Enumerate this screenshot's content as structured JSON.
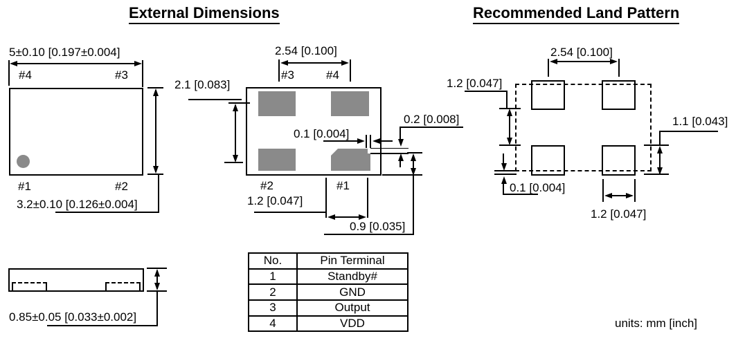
{
  "titles": {
    "external": "External Dimensions",
    "land": "Recommended Land Pattern"
  },
  "units_note": "units:  mm [inch]",
  "top_view": {
    "width_dim": "5±0.10 [0.197±0.004]",
    "height_dim": "3.2±0.10 [0.126±0.004]",
    "pin_tl": "#4",
    "pin_tr": "#3",
    "pin_bl": "#1",
    "pin_br": "#2"
  },
  "side_view": {
    "height_dim": "0.85±0.05 [0.033±0.002]"
  },
  "bottom_view": {
    "pad_pitch_x": "2.54 [0.100]",
    "pad_pitch_y": "2.1 [0.083]",
    "pad_gap": "0.1 [0.004]",
    "pad_edge_offset": "0.2 [0.008]",
    "pad_width": "1.2 [0.047]",
    "pad_height": "0.9 [0.035]",
    "pin_tl": "#3",
    "pin_tr": "#4",
    "pin_bl": "#2",
    "pin_br": "#1"
  },
  "land_pattern": {
    "pad_pitch_x": "2.54 [0.100]",
    "row_gap": "1.2 [0.047]",
    "pad_height": "1.1 [0.043]",
    "outline_offset": "0.1 [0.004]",
    "pad_width": "1.2 [0.047]"
  },
  "pin_table": {
    "headers": [
      "No.",
      "Pin Terminal"
    ],
    "rows": [
      [
        "1",
        "Standby#"
      ],
      [
        "2",
        "GND"
      ],
      [
        "3",
        "Output"
      ],
      [
        "4",
        "VDD"
      ]
    ]
  },
  "colors": {
    "pad_gray": "#8a8a8a",
    "line": "#000000"
  }
}
